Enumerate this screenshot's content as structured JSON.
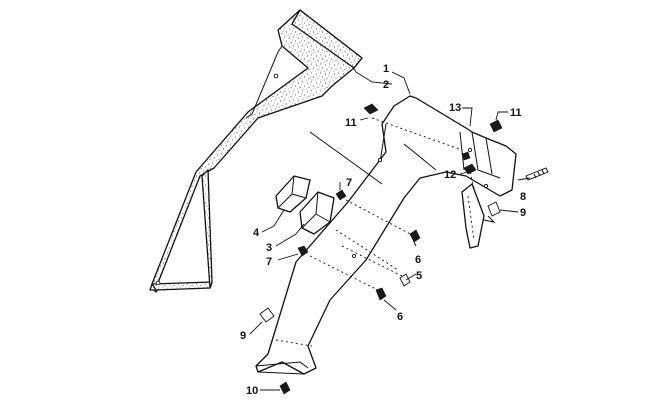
{
  "callouts": {
    "c1": "1",
    "c2": "2",
    "c3": "3",
    "c4": "4",
    "c5": "5",
    "c6a": "6",
    "c6b": "6",
    "c7a": "7",
    "c7b": "7",
    "c8": "8",
    "c9a": "9",
    "c9b": "9",
    "c10": "10",
    "c11a": "11",
    "c11b": "11",
    "c12": "12",
    "c13": "13"
  }
}
